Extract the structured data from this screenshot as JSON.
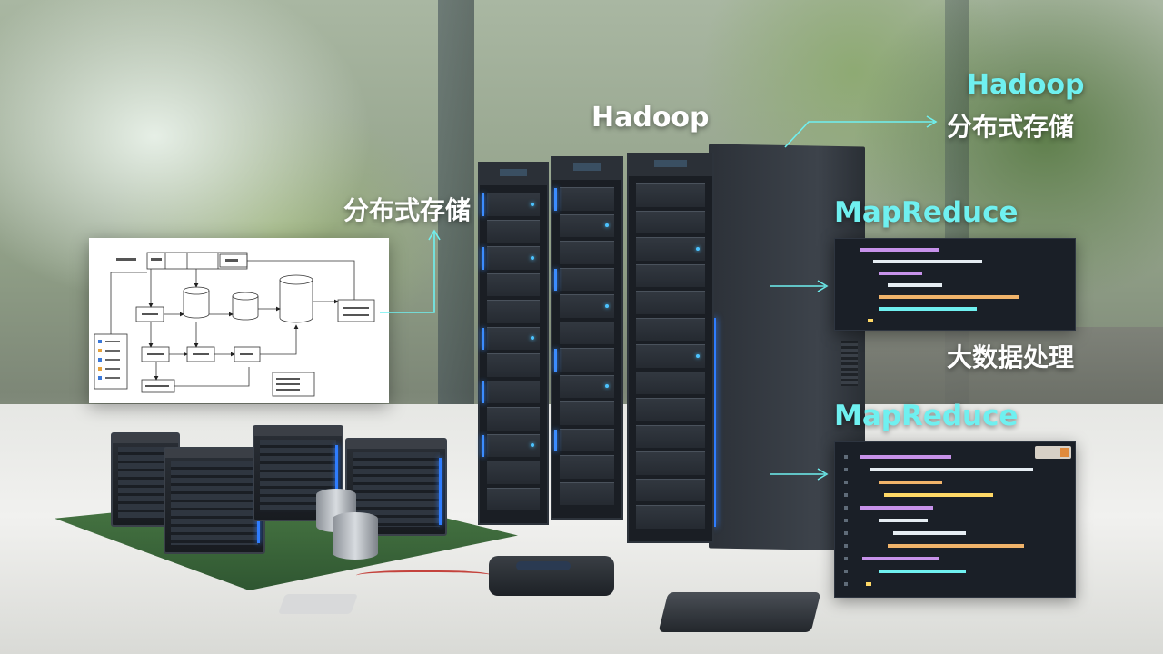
{
  "labels": {
    "hadoop_center": "Hadoop",
    "storage_left": "分布式存储",
    "hadoop_right": "Hadoop",
    "storage_right": "分布式存储",
    "mapreduce_top": "MapReduce",
    "bigdata": "大数据处理",
    "mapreduce_bottom": "MapReduce"
  },
  "colors": {
    "accent_cyan": "#6ff0f0",
    "label_white": "#ffffff",
    "code_bg": "#1a1f27",
    "rack_led_blue": "#3b8cff"
  },
  "icons": [
    "arrow-right-icon",
    "arrow-up-icon"
  ]
}
